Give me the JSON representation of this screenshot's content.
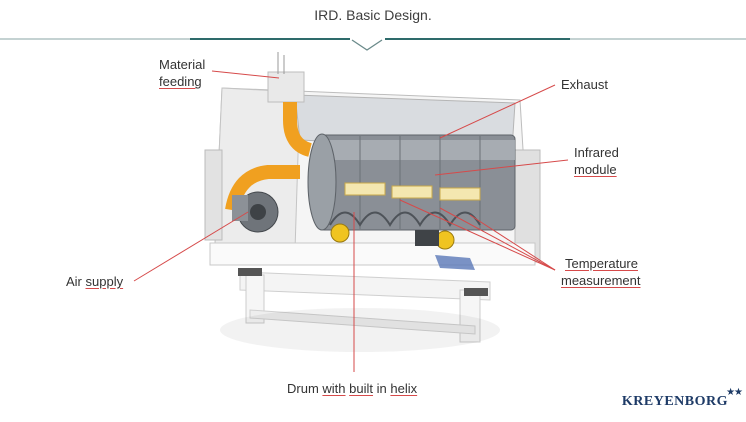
{
  "header": {
    "title": "IRD. Basic Design."
  },
  "labels": {
    "material_feeding": [
      "Material",
      "feeding"
    ],
    "exhaust": "Exhaust",
    "infrared_module": [
      "Infrared",
      "module"
    ],
    "temperature_measurement": [
      "Temperature",
      "measurement"
    ],
    "air_supply": [
      "Air",
      "supply"
    ],
    "drum": [
      "Drum",
      "with",
      "built",
      "in",
      "helix"
    ]
  },
  "brand": {
    "name": "KREYENBORG",
    "stars": "★★"
  },
  "colors": {
    "accent_line": "#d64a4a",
    "duct": "#f0a020",
    "frame": "#e6e6e6",
    "drum": "#8a8f96",
    "brand": "#1d3a66"
  }
}
